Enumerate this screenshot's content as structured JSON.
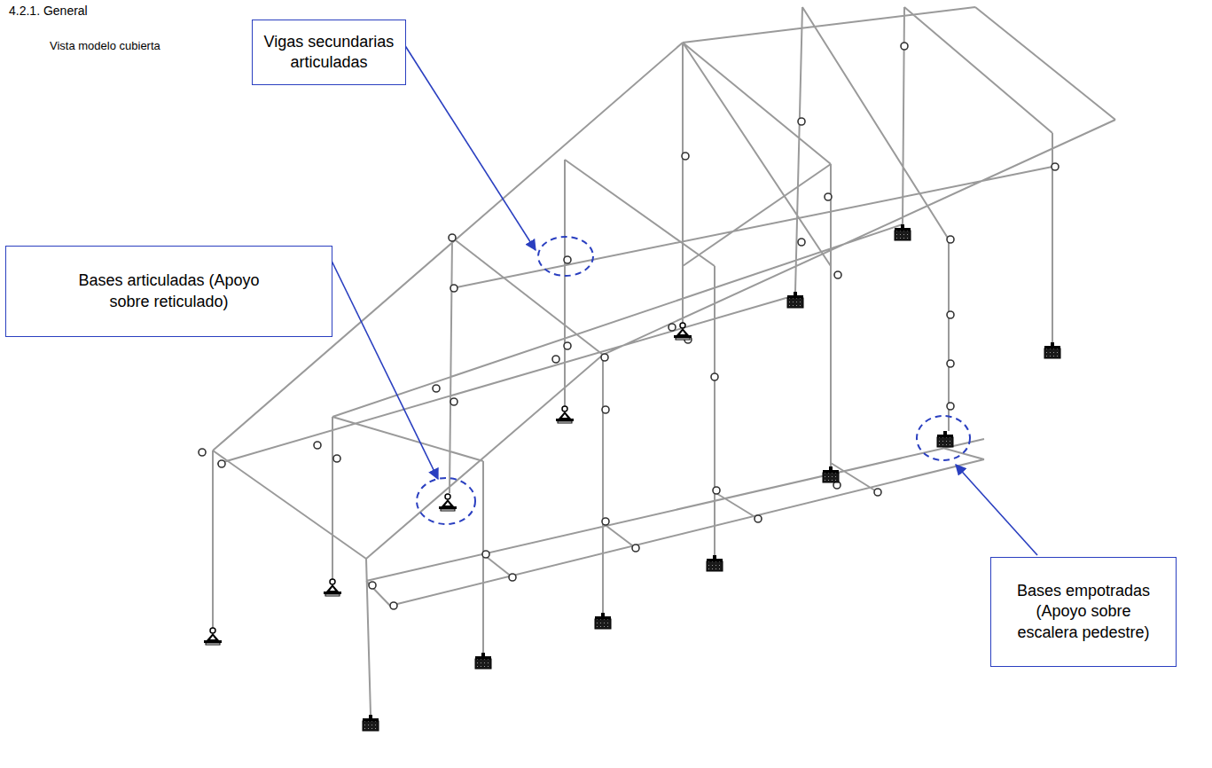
{
  "diagram": {
    "title": "4.2.1. General",
    "nodes": [
      {
        "text": [
          "Vigas secundarias articuladas"
        ]
      },
      {
        "text": [
          "Bases articuladas (Apoyo sobre reticulado)"
        ]
      },
      {
        "text": [
          "Bases empotradas (Apoyo sobre escalera pedestre)"
        ]
      }
    ],
    "labels": [
      "Vista modelo cubierta"
    ]
  }
}
